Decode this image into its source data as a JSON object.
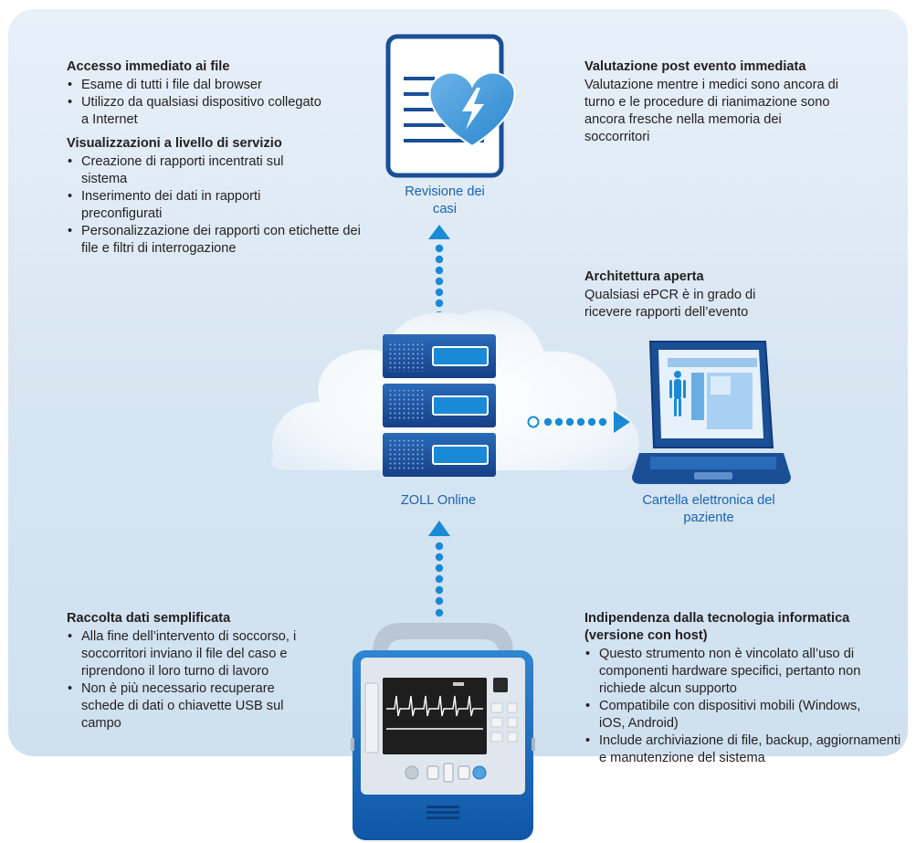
{
  "colors": {
    "panel_bg": "#dbe7f3",
    "cloud": "#ffffff",
    "accent_blue": "#1b8ad6",
    "dark_blue": "#1a4f96",
    "caption_blue": "#1a63b0",
    "text": "#231f20"
  },
  "top_left": {
    "section1": {
      "title": "Accesso immediato ai file",
      "bullets": [
        "Esame di tutti i file dal browser",
        "Utilizzo da qualsiasi dispositivo collegato a Internet"
      ]
    },
    "section2": {
      "title": "Visualizzazioni a livello di servizio",
      "bullets": [
        "Creazione di rapporti incentrati sul sistema",
        "Inserimento dei dati in rapporti preconfigurati",
        "Personalizzazione dei rapporti con etichette dei file e filtri di interrogazione"
      ]
    }
  },
  "top_right": {
    "title": "Valutazione post evento immediata",
    "text": "Valutazione mentre i medici sono ancora di turno e le procedure di rianimazione sono ancora fresche nella memoria dei soccorritori"
  },
  "middle_right": {
    "title": "Architettura aperta",
    "text": "Qualsiasi ePCR è in grado di ricevere rapporti dell’evento"
  },
  "bottom_left": {
    "title": "Raccolta dati semplificata",
    "bullets": [
      "Alla fine dell’intervento di soccorso, i soccorritori inviano il file del caso e riprendono il loro turno di lavoro",
      "Non è più necessario recuperare schede di dati o chiavette USB sul campo"
    ]
  },
  "bottom_right": {
    "title": "Indipendenza dalla tecnologia informatica (versione con host)",
    "bullets": [
      "Questo strumento non è vincolato all’uso di componenti hardware specifici, pertanto non richiede alcun supporto",
      "Compatibile con dispositivi mobili (Windows, iOS, Android)",
      "Include archiviazione di file, backup, aggiornamenti e manutenzione del sistema"
    ]
  },
  "captions": {
    "case_review": "Revisione dei casi",
    "zoll_online": "ZOLL Online",
    "patient_record": "Cartella elettronica del paziente"
  },
  "icons": {
    "document": "document-heart-icon",
    "cloud": "cloud-icon",
    "servers": "server-rack-icon",
    "laptop": "laptop-icon",
    "defibrillator": "defibrillator-monitor-icon"
  }
}
